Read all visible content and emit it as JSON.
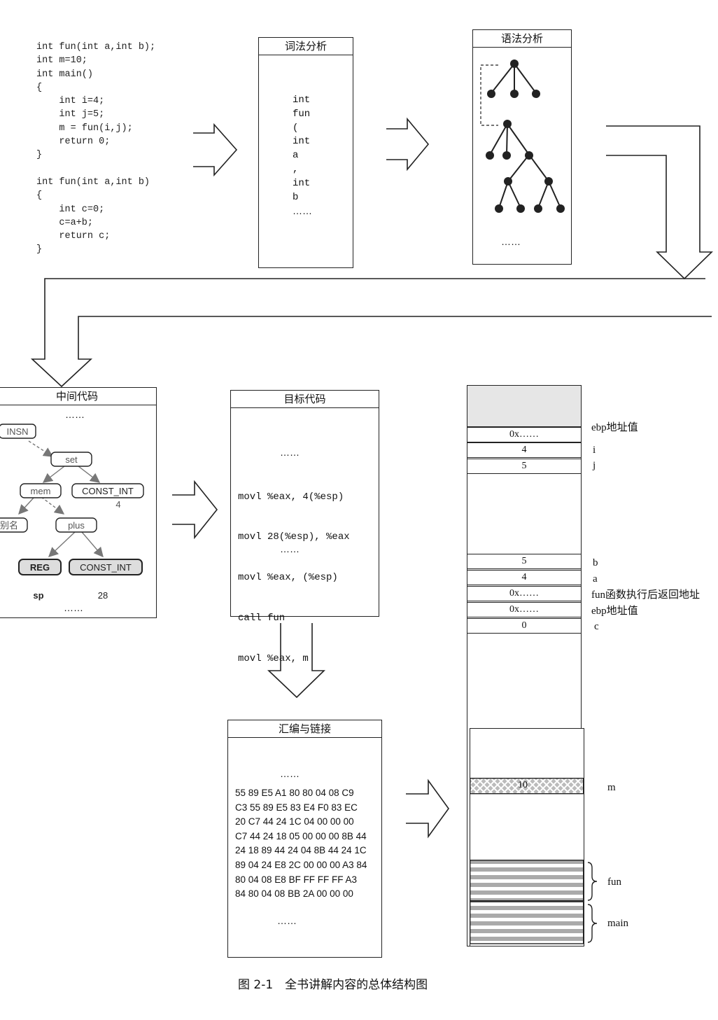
{
  "source_code": "int fun(int a,int b);\nint m=10;\nint main()\n{\n    int i=4;\n    int j=5;\n    m = fun(i,j);\n    return 0;\n}\n\nint fun(int a,int b)\n{\n    int c=0;\n    c=a+b;\n    return c;\n}",
  "lexical": {
    "title": "词法分析",
    "tokens": [
      "int",
      "fun",
      "(",
      "int",
      "a",
      ",",
      "int",
      "b",
      "……"
    ]
  },
  "syntax": {
    "title": "语法分析",
    "ellipsis": "……"
  },
  "intermediate": {
    "title": "中间代码",
    "top_dots": "……",
    "bottom_dots": "……",
    "nodes": {
      "insn": "INSN",
      "set": "set",
      "mem": "mem",
      "const_int_1": "CONST_INT",
      "const_val_1": "4",
      "alias": "别名",
      "plus": "plus",
      "reg": "REG",
      "const_int_2": "CONST_INT",
      "sp": "sp",
      "const_val_2": "28"
    }
  },
  "target": {
    "title": "目标代码",
    "top_dots": "……",
    "lines": [
      "movl %eax, 4(%esp)",
      "movl 28(%esp), %eax",
      "movl %eax, (%esp)",
      "call fun",
      "movl %eax, m"
    ],
    "bottom_dots": "……"
  },
  "assembly": {
    "title": "汇编与链接",
    "top_dots": "……",
    "hex": "55 89 E5 A1 80 80 04 08 C9 C3 55 89 E5 83 E4 F0 83 EC 20 C7 44 24 1C 04 00 00 00 C7 44 24 18 05 00 00 00 8B 44 24 18 89 44 24 04 8B 44 24 1C 89 04 24 E8 2C 00 00 00 A3 84 80 04 08 E8 BF FF FF FF A3 84 80 04 08 BB 2A 00 00 00",
    "bottom_dots": "……"
  },
  "memory": {
    "cells": [
      {
        "value": "0x……",
        "label": "ebp地址值"
      },
      {
        "value": "4",
        "label": "i"
      },
      {
        "value": "5",
        "label": "j"
      },
      {
        "value": "5",
        "label": "b"
      },
      {
        "value": "4",
        "label": "a"
      },
      {
        "value": "0x……",
        "label": "fun函数执行后返回地址"
      },
      {
        "value": "0x……",
        "label": "ebp地址值"
      },
      {
        "value": "0",
        "label": "c"
      }
    ],
    "m_value": "10",
    "m_label": "m",
    "fun_label": "fun",
    "main_label": "main"
  },
  "caption": "图 2-1　全书讲解内容的总体结构图"
}
